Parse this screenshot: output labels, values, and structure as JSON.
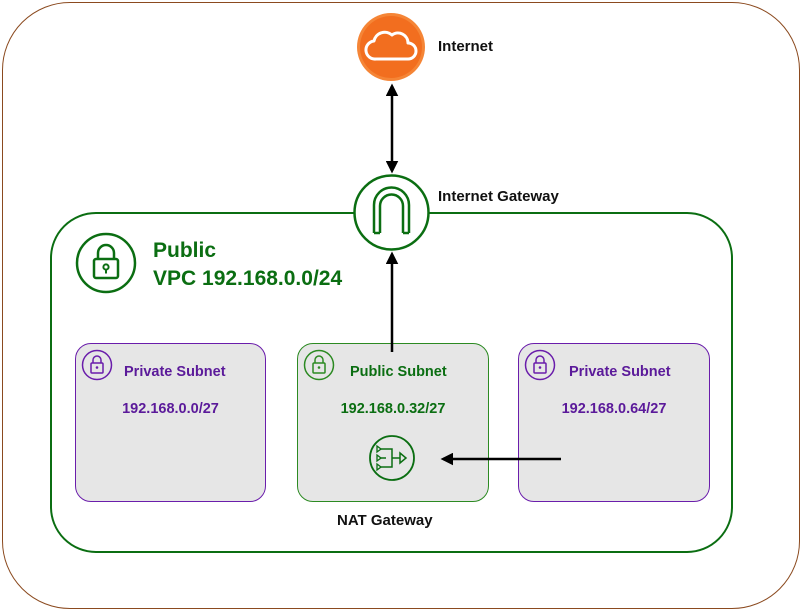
{
  "internet": {
    "label": "Internet",
    "icon": "cloud-icon"
  },
  "internet_gateway": {
    "label": "Internet Gateway",
    "icon": "gateway-arch-icon"
  },
  "vpc": {
    "line1": "Public",
    "line2": "VPC 192.168.0.0/24",
    "icon": "lock-icon"
  },
  "subnets": [
    {
      "name": "Private Subnet",
      "cidr": "192.168.0.0/27",
      "kind": "private"
    },
    {
      "name": "Public Subnet",
      "cidr": "192.168.0.32/27",
      "kind": "public"
    },
    {
      "name": "Private Subnet",
      "cidr": "192.168.0.64/27",
      "kind": "private"
    }
  ],
  "nat_gateway": {
    "label": "NAT Gateway",
    "icon": "nat-gateway-icon"
  },
  "colors": {
    "outer_border": "#8B4A1F",
    "vpc_green": "#0B6E12",
    "private_purple": "#5B1A9A",
    "public_green": "#2C8A22",
    "subnet_fill": "#E6E6E6",
    "cloud_orange": "#F58536"
  }
}
